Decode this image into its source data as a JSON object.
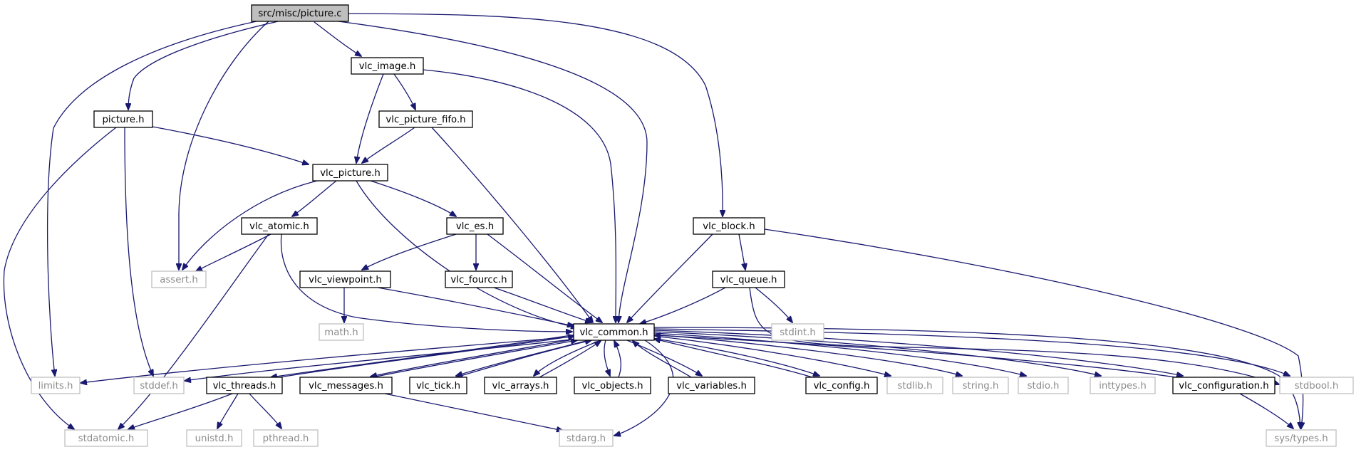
{
  "diagram": {
    "type": "include-dependency-graph",
    "edge_color": "#191970",
    "nodes": [
      {
        "id": "picture_c",
        "label": "src/misc/picture.c",
        "style": "main"
      },
      {
        "id": "vlc_image",
        "label": "vlc_image.h",
        "style": "black"
      },
      {
        "id": "picture_h",
        "label": "picture.h",
        "style": "black"
      },
      {
        "id": "vlc_picture_fifo",
        "label": "vlc_picture_fifo.h",
        "style": "black"
      },
      {
        "id": "vlc_picture",
        "label": "vlc_picture.h",
        "style": "black"
      },
      {
        "id": "vlc_atomic",
        "label": "vlc_atomic.h",
        "style": "black"
      },
      {
        "id": "vlc_es",
        "label": "vlc_es.h",
        "style": "black"
      },
      {
        "id": "vlc_block",
        "label": "vlc_block.h",
        "style": "black"
      },
      {
        "id": "assert",
        "label": "assert.h",
        "style": "gray"
      },
      {
        "id": "vlc_viewpoint",
        "label": "vlc_viewpoint.h",
        "style": "black"
      },
      {
        "id": "vlc_fourcc",
        "label": "vlc_fourcc.h",
        "style": "black"
      },
      {
        "id": "vlc_queue",
        "label": "vlc_queue.h",
        "style": "black"
      },
      {
        "id": "math",
        "label": "math.h",
        "style": "gray"
      },
      {
        "id": "vlc_common",
        "label": "vlc_common.h",
        "style": "black"
      },
      {
        "id": "stdint",
        "label": "stdint.h",
        "style": "gray"
      },
      {
        "id": "limits",
        "label": "limits.h",
        "style": "gray"
      },
      {
        "id": "stddef",
        "label": "stddef.h",
        "style": "gray"
      },
      {
        "id": "vlc_threads",
        "label": "vlc_threads.h",
        "style": "black"
      },
      {
        "id": "vlc_messages",
        "label": "vlc_messages.h",
        "style": "black"
      },
      {
        "id": "vlc_tick",
        "label": "vlc_tick.h",
        "style": "black"
      },
      {
        "id": "vlc_arrays",
        "label": "vlc_arrays.h",
        "style": "black"
      },
      {
        "id": "vlc_objects",
        "label": "vlc_objects.h",
        "style": "black"
      },
      {
        "id": "vlc_variables",
        "label": "vlc_variables.h",
        "style": "black"
      },
      {
        "id": "vlc_config",
        "label": "vlc_config.h",
        "style": "black"
      },
      {
        "id": "stdlib",
        "label": "stdlib.h",
        "style": "gray"
      },
      {
        "id": "string",
        "label": "string.h",
        "style": "gray"
      },
      {
        "id": "stdio",
        "label": "stdio.h",
        "style": "gray"
      },
      {
        "id": "inttypes",
        "label": "inttypes.h",
        "style": "gray"
      },
      {
        "id": "vlc_configuration",
        "label": "vlc_configuration.h",
        "style": "black"
      },
      {
        "id": "stdbool",
        "label": "stdbool.h",
        "style": "gray"
      },
      {
        "id": "stdatomic",
        "label": "stdatomic.h",
        "style": "gray"
      },
      {
        "id": "unistd",
        "label": "unistd.h",
        "style": "gray"
      },
      {
        "id": "pthread",
        "label": "pthread.h",
        "style": "gray"
      },
      {
        "id": "stdarg",
        "label": "stdarg.h",
        "style": "gray"
      },
      {
        "id": "sys_types",
        "label": "sys/types.h",
        "style": "gray"
      }
    ],
    "edges": [
      [
        "picture_c",
        "vlc_image"
      ],
      [
        "picture_c",
        "picture_h"
      ],
      [
        "picture_c",
        "assert"
      ],
      [
        "picture_c",
        "limits"
      ],
      [
        "picture_c",
        "vlc_common"
      ],
      [
        "picture_c",
        "vlc_block"
      ],
      [
        "vlc_image",
        "vlc_picture_fifo"
      ],
      [
        "vlc_image",
        "vlc_picture"
      ],
      [
        "vlc_image",
        "vlc_common"
      ],
      [
        "picture_h",
        "vlc_picture"
      ],
      [
        "picture_h",
        "stddef"
      ],
      [
        "picture_h",
        "stdatomic"
      ],
      [
        "vlc_picture_fifo",
        "vlc_picture"
      ],
      [
        "vlc_picture_fifo",
        "vlc_common"
      ],
      [
        "vlc_picture",
        "vlc_atomic"
      ],
      [
        "vlc_picture",
        "vlc_es"
      ],
      [
        "vlc_picture",
        "assert"
      ],
      [
        "vlc_picture",
        "vlc_common"
      ],
      [
        "vlc_atomic",
        "assert"
      ],
      [
        "vlc_atomic",
        "stdatomic"
      ],
      [
        "vlc_atomic",
        "vlc_common"
      ],
      [
        "vlc_es",
        "vlc_viewpoint"
      ],
      [
        "vlc_es",
        "vlc_fourcc"
      ],
      [
        "vlc_es",
        "vlc_common"
      ],
      [
        "vlc_viewpoint",
        "math"
      ],
      [
        "vlc_viewpoint",
        "vlc_common"
      ],
      [
        "vlc_fourcc",
        "vlc_common"
      ],
      [
        "vlc_block",
        "vlc_queue"
      ],
      [
        "vlc_block",
        "vlc_common"
      ],
      [
        "vlc_block",
        "sys_types"
      ],
      [
        "vlc_queue",
        "vlc_common"
      ],
      [
        "vlc_queue",
        "stdint"
      ],
      [
        "vlc_queue",
        "stdbool"
      ],
      [
        "vlc_common",
        "limits"
      ],
      [
        "vlc_common",
        "stddef"
      ],
      [
        "vlc_common",
        "vlc_threads"
      ],
      [
        "vlc_common",
        "vlc_messages"
      ],
      [
        "vlc_common",
        "vlc_tick"
      ],
      [
        "vlc_common",
        "vlc_arrays"
      ],
      [
        "vlc_common",
        "vlc_objects"
      ],
      [
        "vlc_common",
        "vlc_variables"
      ],
      [
        "vlc_common",
        "vlc_config"
      ],
      [
        "vlc_common",
        "stdlib"
      ],
      [
        "vlc_common",
        "string"
      ],
      [
        "vlc_common",
        "stdio"
      ],
      [
        "vlc_common",
        "inttypes"
      ],
      [
        "vlc_common",
        "vlc_configuration"
      ],
      [
        "vlc_common",
        "stdbool"
      ],
      [
        "vlc_common",
        "stdarg"
      ],
      [
        "vlc_common",
        "sys_types"
      ],
      [
        "vlc_threads",
        "vlc_common"
      ],
      [
        "vlc_threads",
        "stdatomic"
      ],
      [
        "vlc_threads",
        "unistd"
      ],
      [
        "vlc_threads",
        "pthread"
      ],
      [
        "vlc_messages",
        "vlc_common"
      ],
      [
        "vlc_messages",
        "stdarg"
      ],
      [
        "vlc_tick",
        "vlc_common"
      ],
      [
        "vlc_arrays",
        "vlc_common"
      ],
      [
        "vlc_objects",
        "vlc_common"
      ],
      [
        "vlc_variables",
        "vlc_common"
      ],
      [
        "vlc_config",
        "vlc_common"
      ],
      [
        "vlc_configuration",
        "vlc_common"
      ],
      [
        "vlc_configuration",
        "sys_types"
      ]
    ]
  }
}
